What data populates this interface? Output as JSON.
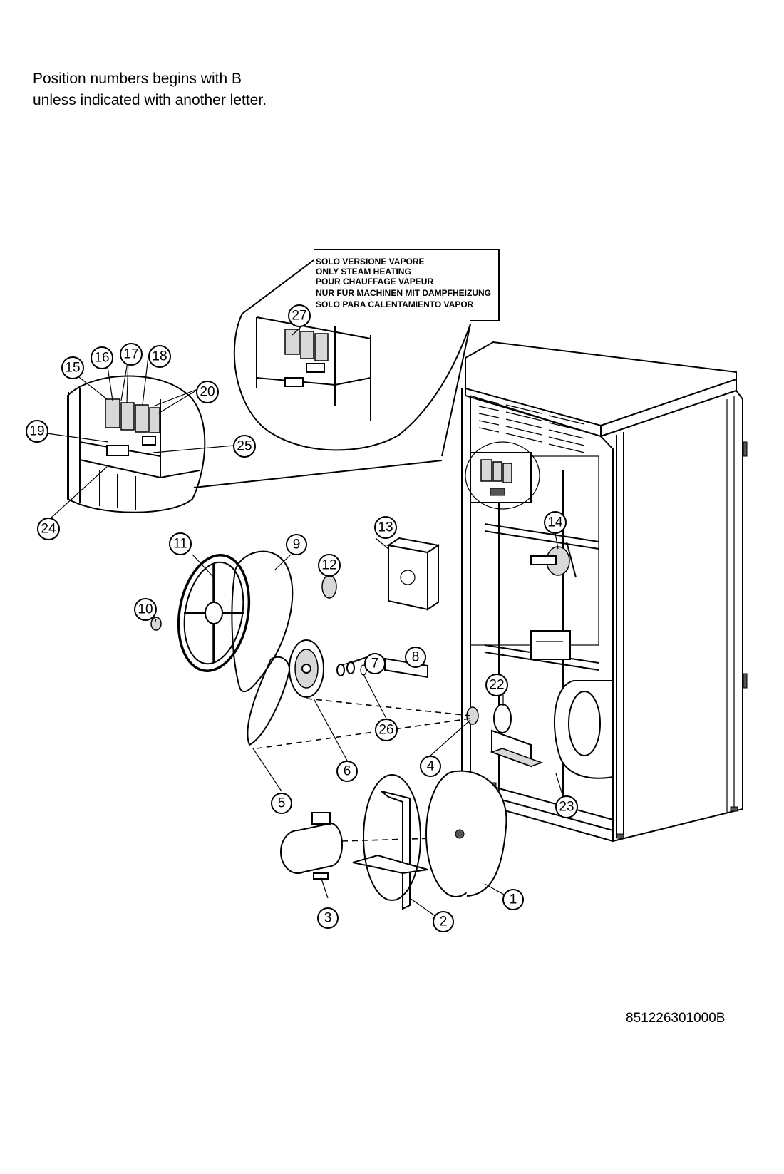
{
  "note": {
    "line1": "Position numbers begins with B",
    "line2": " unless indicated with another letter."
  },
  "document_number": "851226301000B",
  "steam_callout": {
    "lines": [
      "SOLO VERSIONE VAPORE",
      "ONLY STEAM HEATING",
      "POUR CHAUFFAGE VAPEUR",
      "NUR  FÜR MACHINEN MIT DAMPFHEIZUNG",
      "SOLO PARA CALENTAMIENTO VAPOR"
    ]
  },
  "position_labels": [
    "1",
    "2",
    "3",
    "4",
    "5",
    "6",
    "7",
    "8",
    "9",
    "10",
    "11",
    "12",
    "13",
    "14",
    "15",
    "16",
    "17",
    "18",
    "19",
    "20",
    "22",
    "23",
    "24",
    "25",
    "26",
    "27"
  ]
}
